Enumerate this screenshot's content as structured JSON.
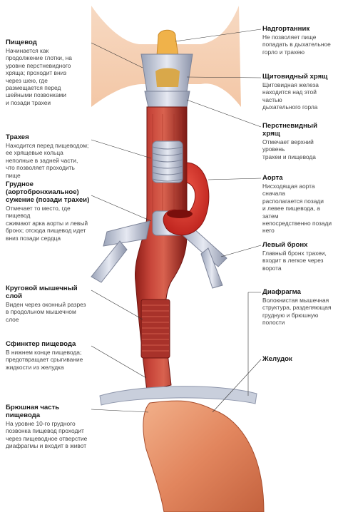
{
  "labels": {
    "esophagus": {
      "title": "Пищевод",
      "desc": "Начинается как\nпродолжение глотки, на\nуровне перстневидного\nхряща; проходит вниз\nчерез шею, где\nразмещается перед\nшейными позвонками\nи позади трахеи"
    },
    "trachea": {
      "title": "Трахея",
      "desc": "Находится перед пищеводом;\nее хрящевые кольца\nнеполные в задней части,\nчто позволяет проходить пище"
    },
    "narrowing": {
      "title": "Грудное\n(аортобронхиальное)\nсужение (позади трахеи)",
      "desc": "Отмечает то место, где пищевод\nсжимают арка аорты и левый\nбронх; отсюда пищевод идет\nвниз позади сердца"
    },
    "muscle": {
      "title": "Круговой мышечный слой",
      "desc": "Виден через оконный разрез\nв продольном мышечном слое"
    },
    "sphincter": {
      "title": "Сфинктер пищевода",
      "desc": "В нижнем конце пищевода;\nпредотвращает срыгивание\nжидкости из желудка"
    },
    "abdominal": {
      "title": "Брюшная часть пищевода",
      "desc": "На уровне 10-го грудного\nпозвонка пищевод проходит\nчерез пищеводное отверстие\nдиафрагмы и входит в живот"
    },
    "epiglottis": {
      "title": "Надгортанник",
      "desc": "Не позволяет пище\nпопадать в дыхательное\nгорло и трахею"
    },
    "thyroid": {
      "title": "Щитовидный хрящ",
      "desc": "Щитовидная железа\nнаходится над этой частью\nдыхательного горла"
    },
    "cricoid": {
      "title": "Перстневидный хрящ",
      "desc": "Отмечает верхний уровень\nтрахеи и пищевода"
    },
    "aorta": {
      "title": "Аорта",
      "desc": "Нисходящая аорта сначала\nрасполагается позади\nи левее пищевода, а затем\nнепосредственно позади\nнего"
    },
    "bronchus": {
      "title": "Левый бронх",
      "desc": "Главный бронх трахеи,\nвходит в легкое через\nворота"
    },
    "diaphragm": {
      "title": "Диафрагма",
      "desc": "Волокнистая мышечная\nструктура, разделяющая\nгрудную и брюшную\nполости"
    },
    "stomach": {
      "title": "Желудок",
      "desc": ""
    }
  }
}
